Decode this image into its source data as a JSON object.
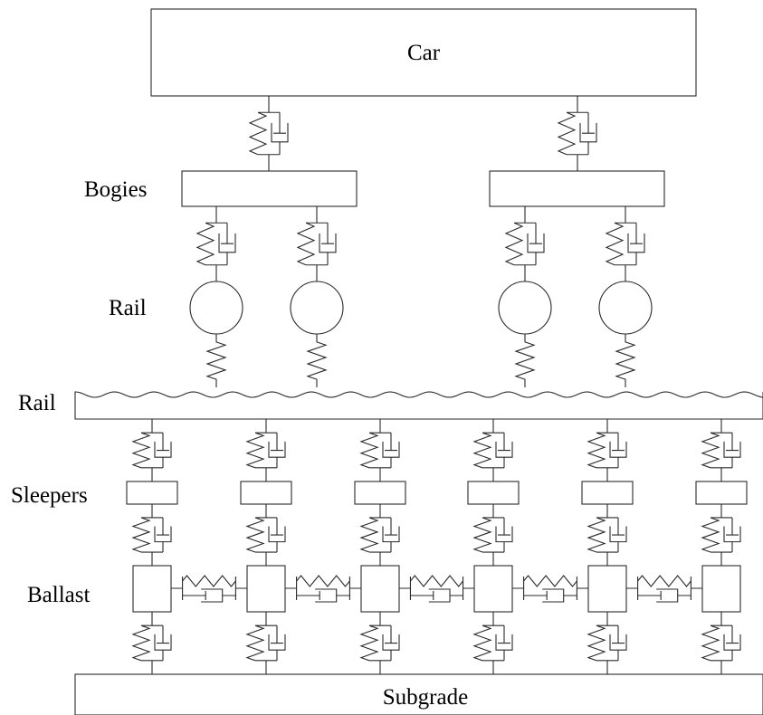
{
  "labels": {
    "car": "Car",
    "bogies": "Bogies",
    "wheels": "Rail",
    "rail": "Rail",
    "sleepers": "Sleepers",
    "ballast": "Ballast",
    "subgrade": "Subgrade"
  },
  "colors": {
    "car_fill": "#eeeeee",
    "bogie_fill": "#d6d6d6",
    "wheel_fill": "#979c97",
    "sleeper_fill": "#e4e4e4",
    "ballast_fill": "#e4e4e4",
    "subgrade_fill": "#959a95",
    "line": "#2a2a2a"
  },
  "counts": {
    "bogies": 2,
    "wheels": 4,
    "sleepers": 6,
    "ballast_blocks": 6
  }
}
